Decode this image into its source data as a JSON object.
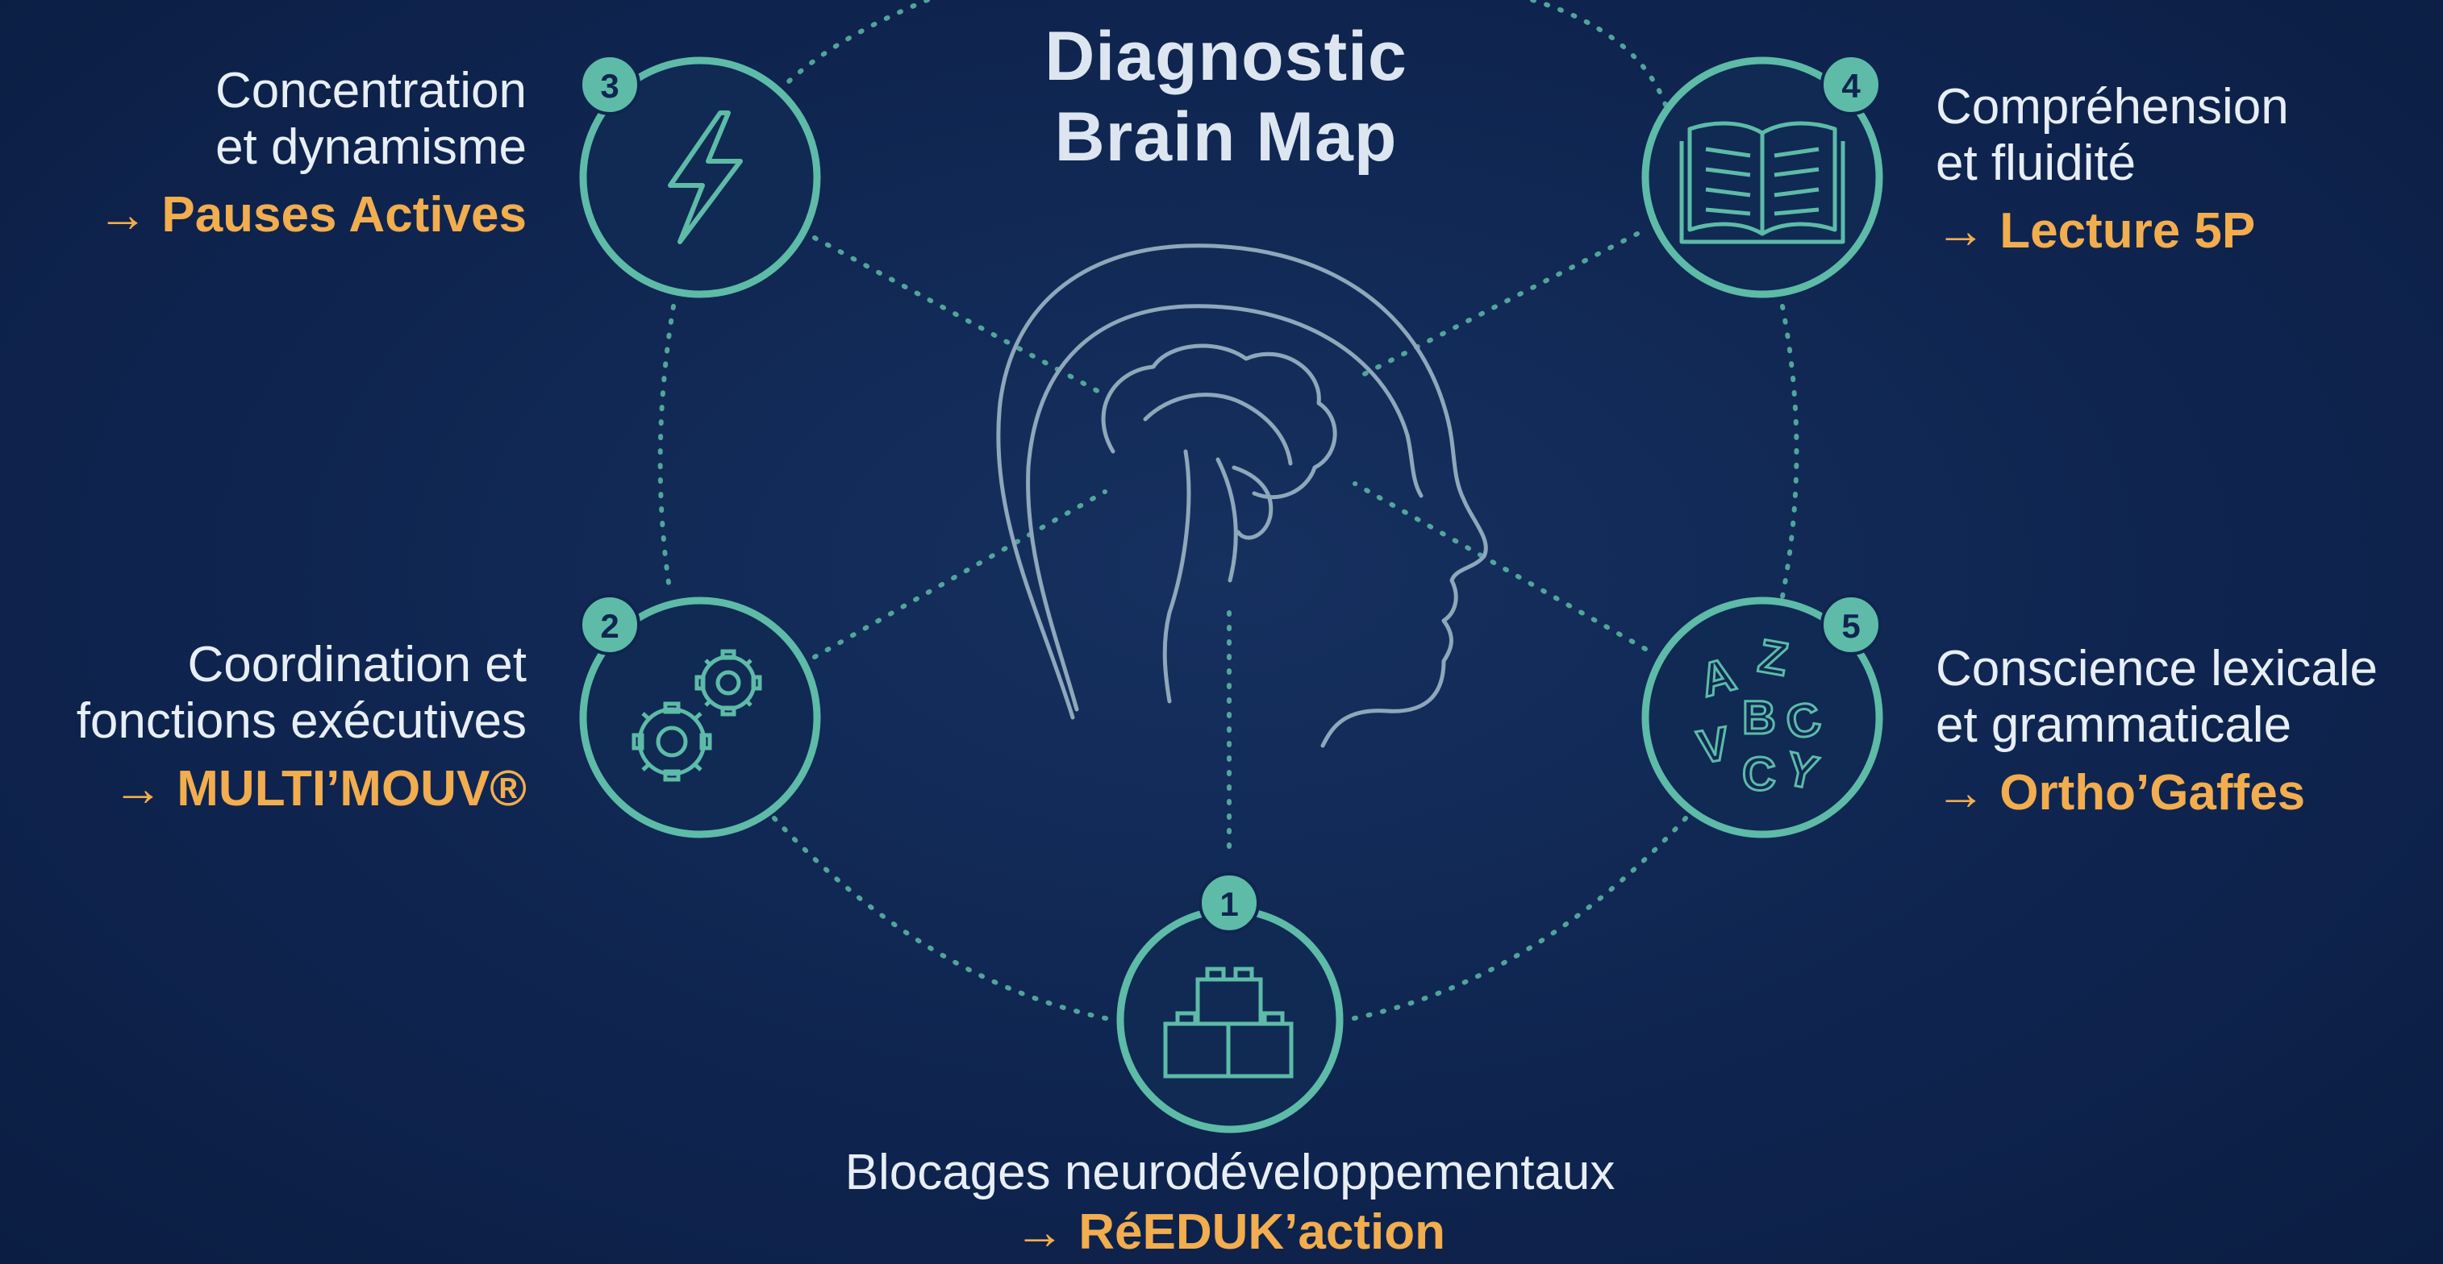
{
  "title": {
    "line1": "Diagnostic",
    "line2": "Brain Map"
  },
  "colors": {
    "background": "#0f2550",
    "ring": "#5dbba7",
    "accent": "#f2ad4e",
    "text": "#e8eef5"
  },
  "nodes": [
    {
      "number": "1",
      "icon": "building-blocks-icon",
      "lines": [
        "Blocages neurodéveloppementaux"
      ],
      "program": "→ RéEDUK’action"
    },
    {
      "number": "2",
      "icon": "gears-icon",
      "lines": [
        "Coordination et",
        "fonctions exécutives"
      ],
      "program": "→ MULTI’MOUV®"
    },
    {
      "number": "3",
      "icon": "lightning-icon",
      "lines": [
        "Concentration",
        "et dynamisme"
      ],
      "program": "→ Pauses Actives"
    },
    {
      "number": "4",
      "icon": "open-book-icon",
      "lines": [
        "Compréhension",
        "et fluidité"
      ],
      "program": "→ Lecture 5P"
    },
    {
      "number": "5",
      "icon": "letters-icon",
      "lines": [
        "Conscience lexicale",
        "et grammaticale"
      ],
      "program": "→ Ortho’Gaffes",
      "letters": [
        "A",
        "Z",
        "B",
        "C",
        "V",
        "C",
        "Y"
      ]
    }
  ]
}
